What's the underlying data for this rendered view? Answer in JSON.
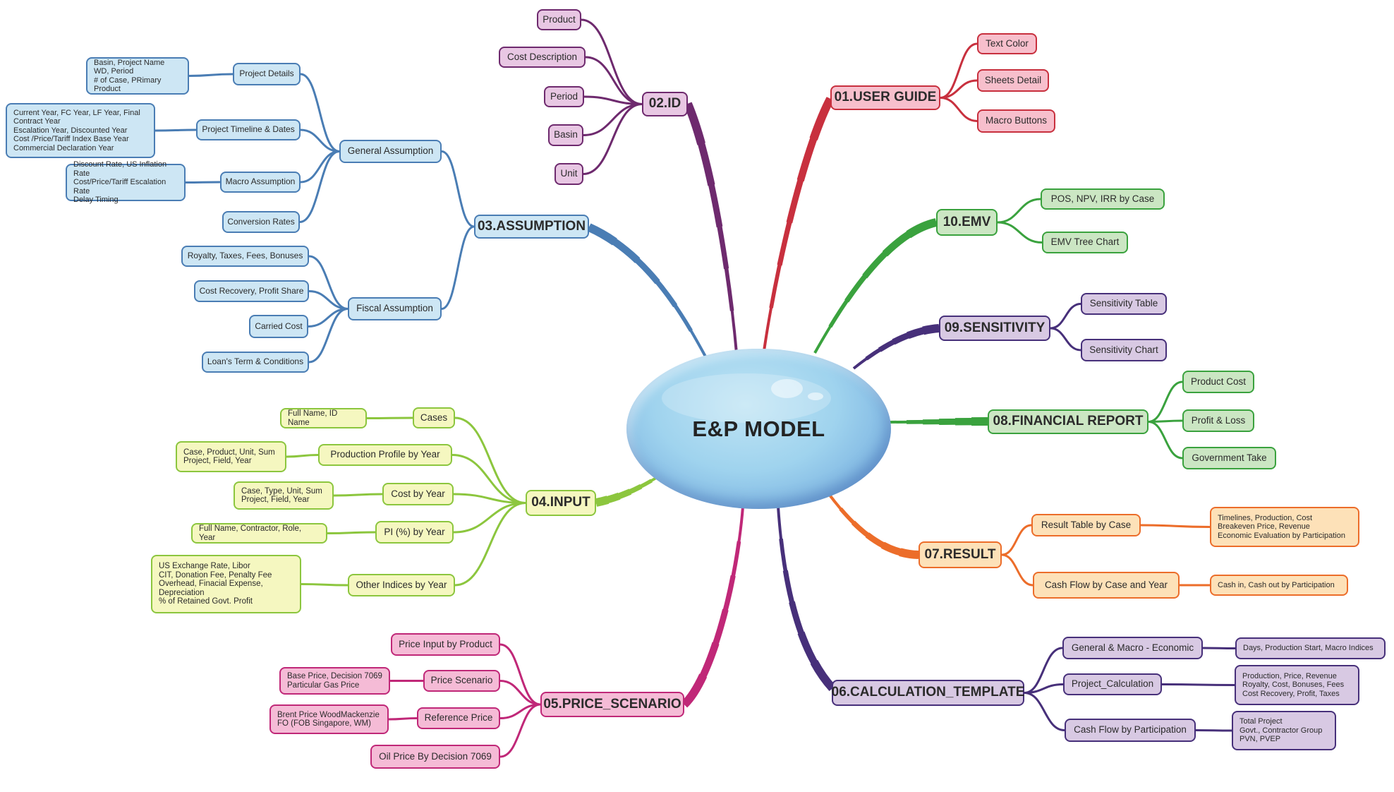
{
  "title": "E&P MODEL",
  "colors": {
    "user_guide": {
      "line": "#c8303e",
      "fill": "#f7bfcc"
    },
    "id": {
      "line": "#6e2a6e",
      "fill": "#e8c7e3"
    },
    "assumption": {
      "line": "#4a7db4",
      "fill": "#cde6f4"
    },
    "input": {
      "line": "#8cc63e",
      "fill": "#f5f7c0"
    },
    "price_scenario": {
      "line": "#c02878",
      "fill": "#f5bbd6"
    },
    "calculation_template": {
      "line": "#47307a",
      "fill": "#d8c9e3"
    },
    "result": {
      "line": "#ec6d2a",
      "fill": "#fde1b8"
    },
    "financial_report": {
      "line": "#3aa23e",
      "fill": "#cbe6c3"
    },
    "sensitivity": {
      "line": "#47307a",
      "fill": "#d8c9e3"
    },
    "emv": {
      "line": "#3aa23e",
      "fill": "#cbe6c3"
    }
  },
  "branches": {
    "user_guide": {
      "label": "01.USER GUIDE",
      "children": [
        "Text Color",
        "Sheets Detail",
        "Macro Buttons"
      ]
    },
    "id": {
      "label": "02.ID",
      "children": [
        "Product",
        "Cost Description",
        "Period",
        "Basin",
        "Unit"
      ]
    },
    "assumption": {
      "label": "03.ASSUMPTION",
      "general": {
        "label": "General Assumption",
        "children": [
          {
            "label": "Project Details",
            "note": "Basin, Project Name\nWD, Period\n# of Case, PRimary Product"
          },
          {
            "label": "Project Timeline & Dates",
            "note": "Current Year, FC Year, LF Year, Final\nContract Year\nEscalation Year, Discounted Year\nCost /Price/Tariff Index Base Year\nCommercial Declaration Year"
          },
          {
            "label": "Macro Assumption",
            "note": "Discount Rate, US Inflation Rate\nCost/Price/Tariff Escalation Rate\nDelay Timing"
          },
          {
            "label": "Conversion Rates"
          }
        ]
      },
      "fiscal": {
        "label": "Fiscal Assumption",
        "children": [
          "Royalty, Taxes, Fees, Bonuses",
          "Cost Recovery, Profit Share",
          "Carried Cost",
          "Loan's Term & Conditions"
        ]
      }
    },
    "input": {
      "label": "04.INPUT",
      "children": [
        {
          "label": "Cases",
          "note": "Full Name, ID Name"
        },
        {
          "label": "Production Profile by Year",
          "note": "Case, Product, Unit, Sum\nProject, Field, Year"
        },
        {
          "label": "Cost by Year",
          "note": "Case, Type, Unit, Sum\nProject, Field, Year"
        },
        {
          "label": "PI (%) by Year",
          "note": "Full Name, Contractor, Role, Year"
        },
        {
          "label": "Other Indices by Year",
          "note": "US Exchange Rate, Libor\nCIT, Donation Fee, Penalty Fee\nOverhead, Finacial Expense,\nDepreciation\n% of Retained Govt. Profit"
        }
      ]
    },
    "price_scenario": {
      "label": "05.PRICE_SCENARIO",
      "children": [
        {
          "label": "Price Input by Product"
        },
        {
          "label": "Price Scenario",
          "note": "Base Price, Decision 7069\nParticular Gas Price"
        },
        {
          "label": "Reference Price",
          "note": "Brent Price WoodMackenzie\nFO (FOB Singapore, WM)"
        },
        {
          "label": "Oil Price By Decision 7069"
        }
      ]
    },
    "calculation_template": {
      "label": "06.CALCULATION_TEMPLATE",
      "children": [
        {
          "label": "General & Macro - Economic",
          "note": "Days, Production Start, Macro Indices"
        },
        {
          "label": "Project_Calculation",
          "note": "Production, Price, Revenue\nRoyalty, Cost, Bonuses, Fees\nCost Recovery, Profit, Taxes"
        },
        {
          "label": "Cash Flow by Participation",
          "note": "Total Project\nGovt., Contractor Group\nPVN, PVEP"
        }
      ]
    },
    "result": {
      "label": "07.RESULT",
      "children": [
        {
          "label": "Result Table by Case",
          "note": "Timelines, Production, Cost\nBreakeven Price, Revenue\nEconomic Evaluation by Participation"
        },
        {
          "label": "Cash Flow by Case and Year",
          "note": "Cash in, Cash out by Participation"
        }
      ]
    },
    "financial_report": {
      "label": "08.FINANCIAL REPORT",
      "children": [
        "Product Cost",
        "Profit & Loss",
        "Government Take"
      ]
    },
    "sensitivity": {
      "label": "09.SENSITIVITY",
      "children": [
        "Sensitivity Table",
        "Sensitivity Chart"
      ]
    },
    "emv": {
      "label": "10.EMV",
      "children": [
        "POS, NPV, IRR by Case",
        "EMV Tree Chart"
      ]
    }
  }
}
